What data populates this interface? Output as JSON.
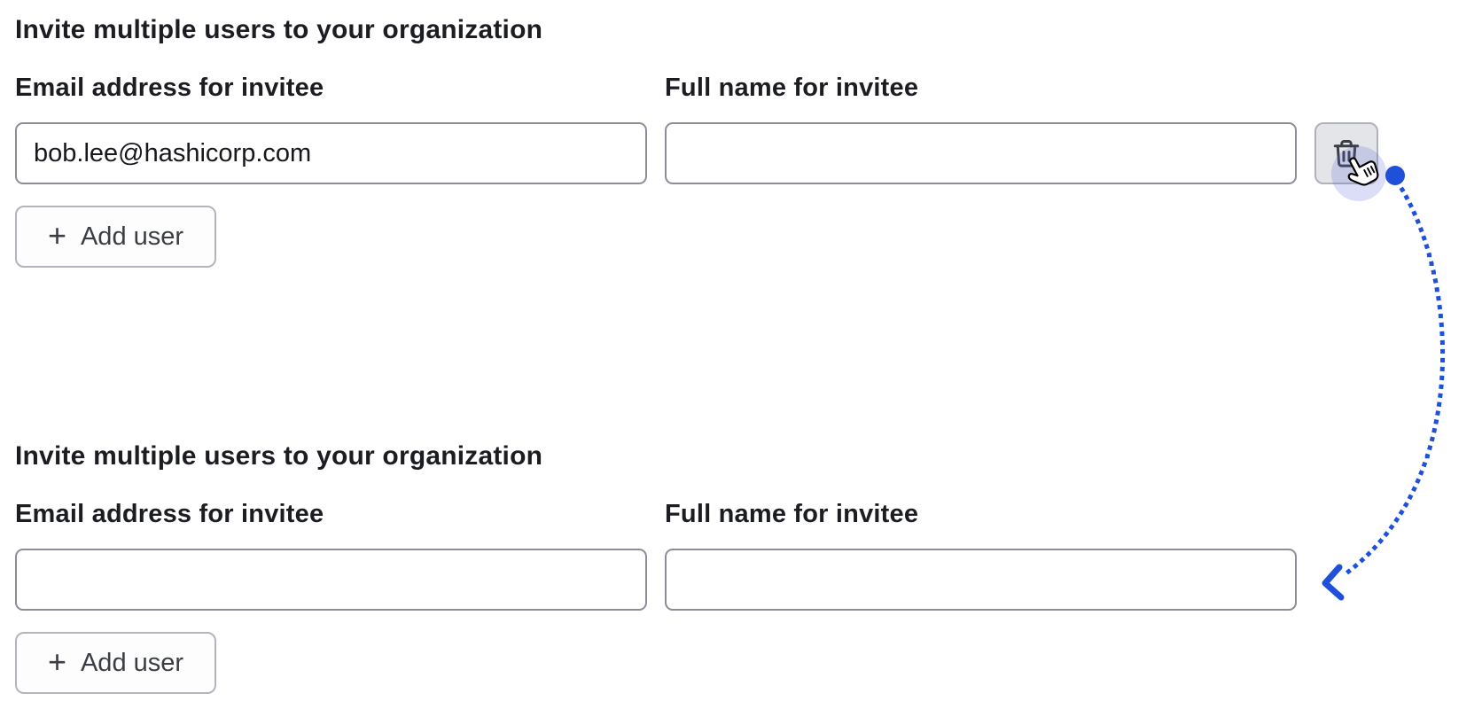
{
  "colors": {
    "accent_blue": "#1e50d9",
    "cursor_halo": "#5b68d6",
    "input_border": "#8b8e97",
    "trash_button_bg": "#e4e5e8",
    "add_button_bg": "#fdfdfd",
    "text_dark": "#1b1d22"
  },
  "icons": {
    "delete": "trash-icon",
    "add": "plus-icon",
    "cursor": "pointer-hand-icon",
    "flow": "dotted-arc-arrow-with-start-dot"
  },
  "sections": [
    {
      "title": "Invite multiple users to your organization",
      "fields": [
        {
          "label": "Email address for invitee",
          "value": "bob.lee@hashicorp.com"
        },
        {
          "label": "Full name for invitee",
          "value": ""
        }
      ],
      "add_user": {
        "plus": "+",
        "label": "Add user"
      },
      "has_delete_button": true
    },
    {
      "title": "Invite multiple users to your organization",
      "fields": [
        {
          "label": "Email address for invitee",
          "value": ""
        },
        {
          "label": "Full name for invitee",
          "value": ""
        }
      ],
      "add_user": {
        "plus": "+",
        "label": "Add user"
      },
      "has_delete_button": false
    }
  ]
}
